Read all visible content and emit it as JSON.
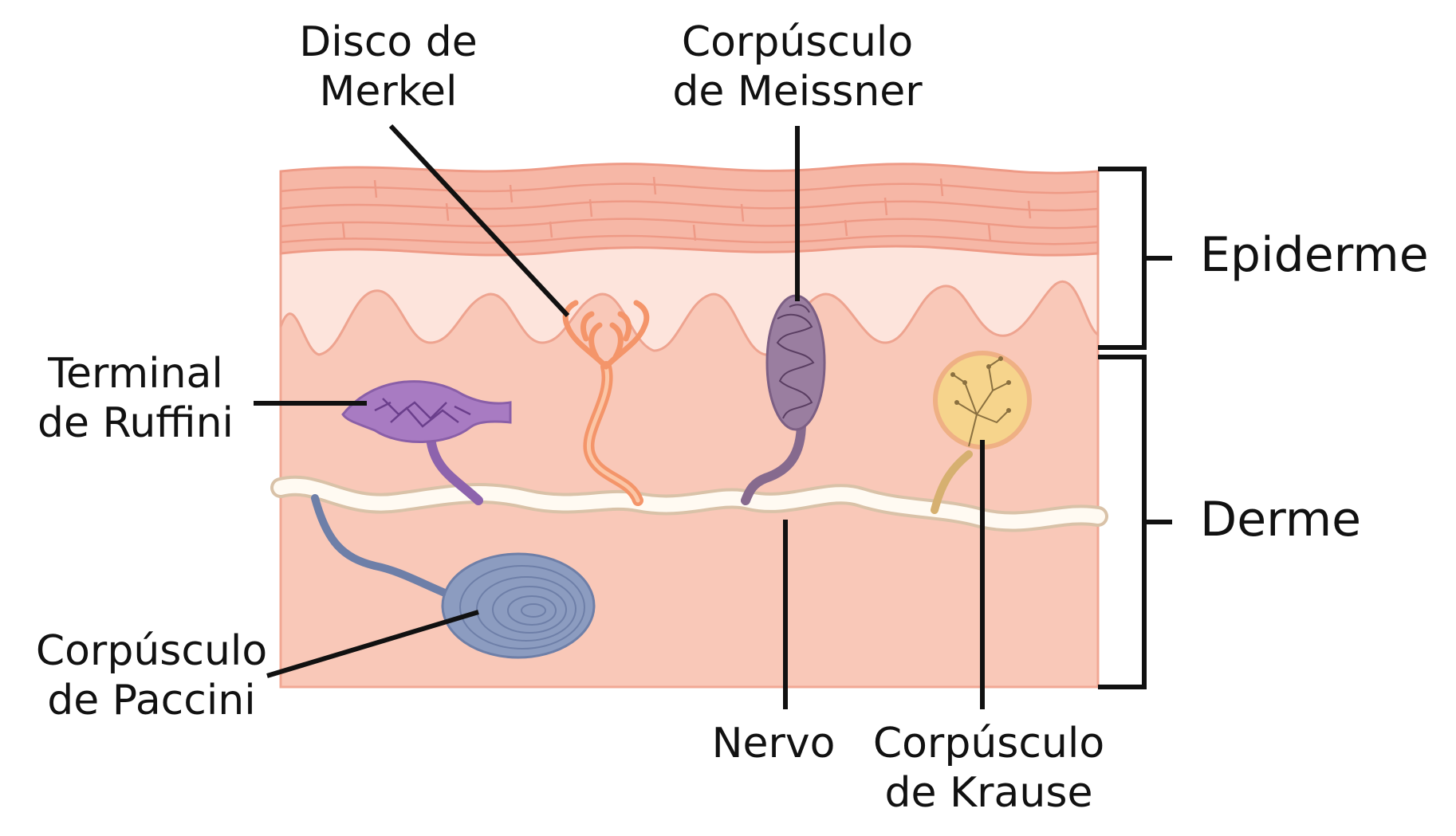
{
  "labels": {
    "merkel": [
      "Disco de",
      "Merkel"
    ],
    "meissner": [
      "Corpúsculo",
      "de Meissner"
    ],
    "ruffini": [
      "Terminal",
      "de Ruffini"
    ],
    "paccini": [
      "Corpúsculo",
      "de Paccini"
    ],
    "nervo": "Nervo",
    "krause": [
      "Corpúsculo",
      "de Krause"
    ],
    "epiderme": "Epiderme",
    "derme": "Derme"
  },
  "colors": {
    "epidermis_top": "#f6b7a6",
    "epidermis_line": "#ee9a86",
    "basal_layer": "#fde4dc",
    "dermis": "#f9c8b8",
    "nerve_fill": "#fffaf2",
    "nerve_edge": "#d9c2a8",
    "ruffini": "#a87bc2",
    "merkel": "#f4956a",
    "meissner": "#9a7ea0",
    "krause": "#f6d48c",
    "paccini": "#8c9cc0",
    "leader": "#111111"
  }
}
